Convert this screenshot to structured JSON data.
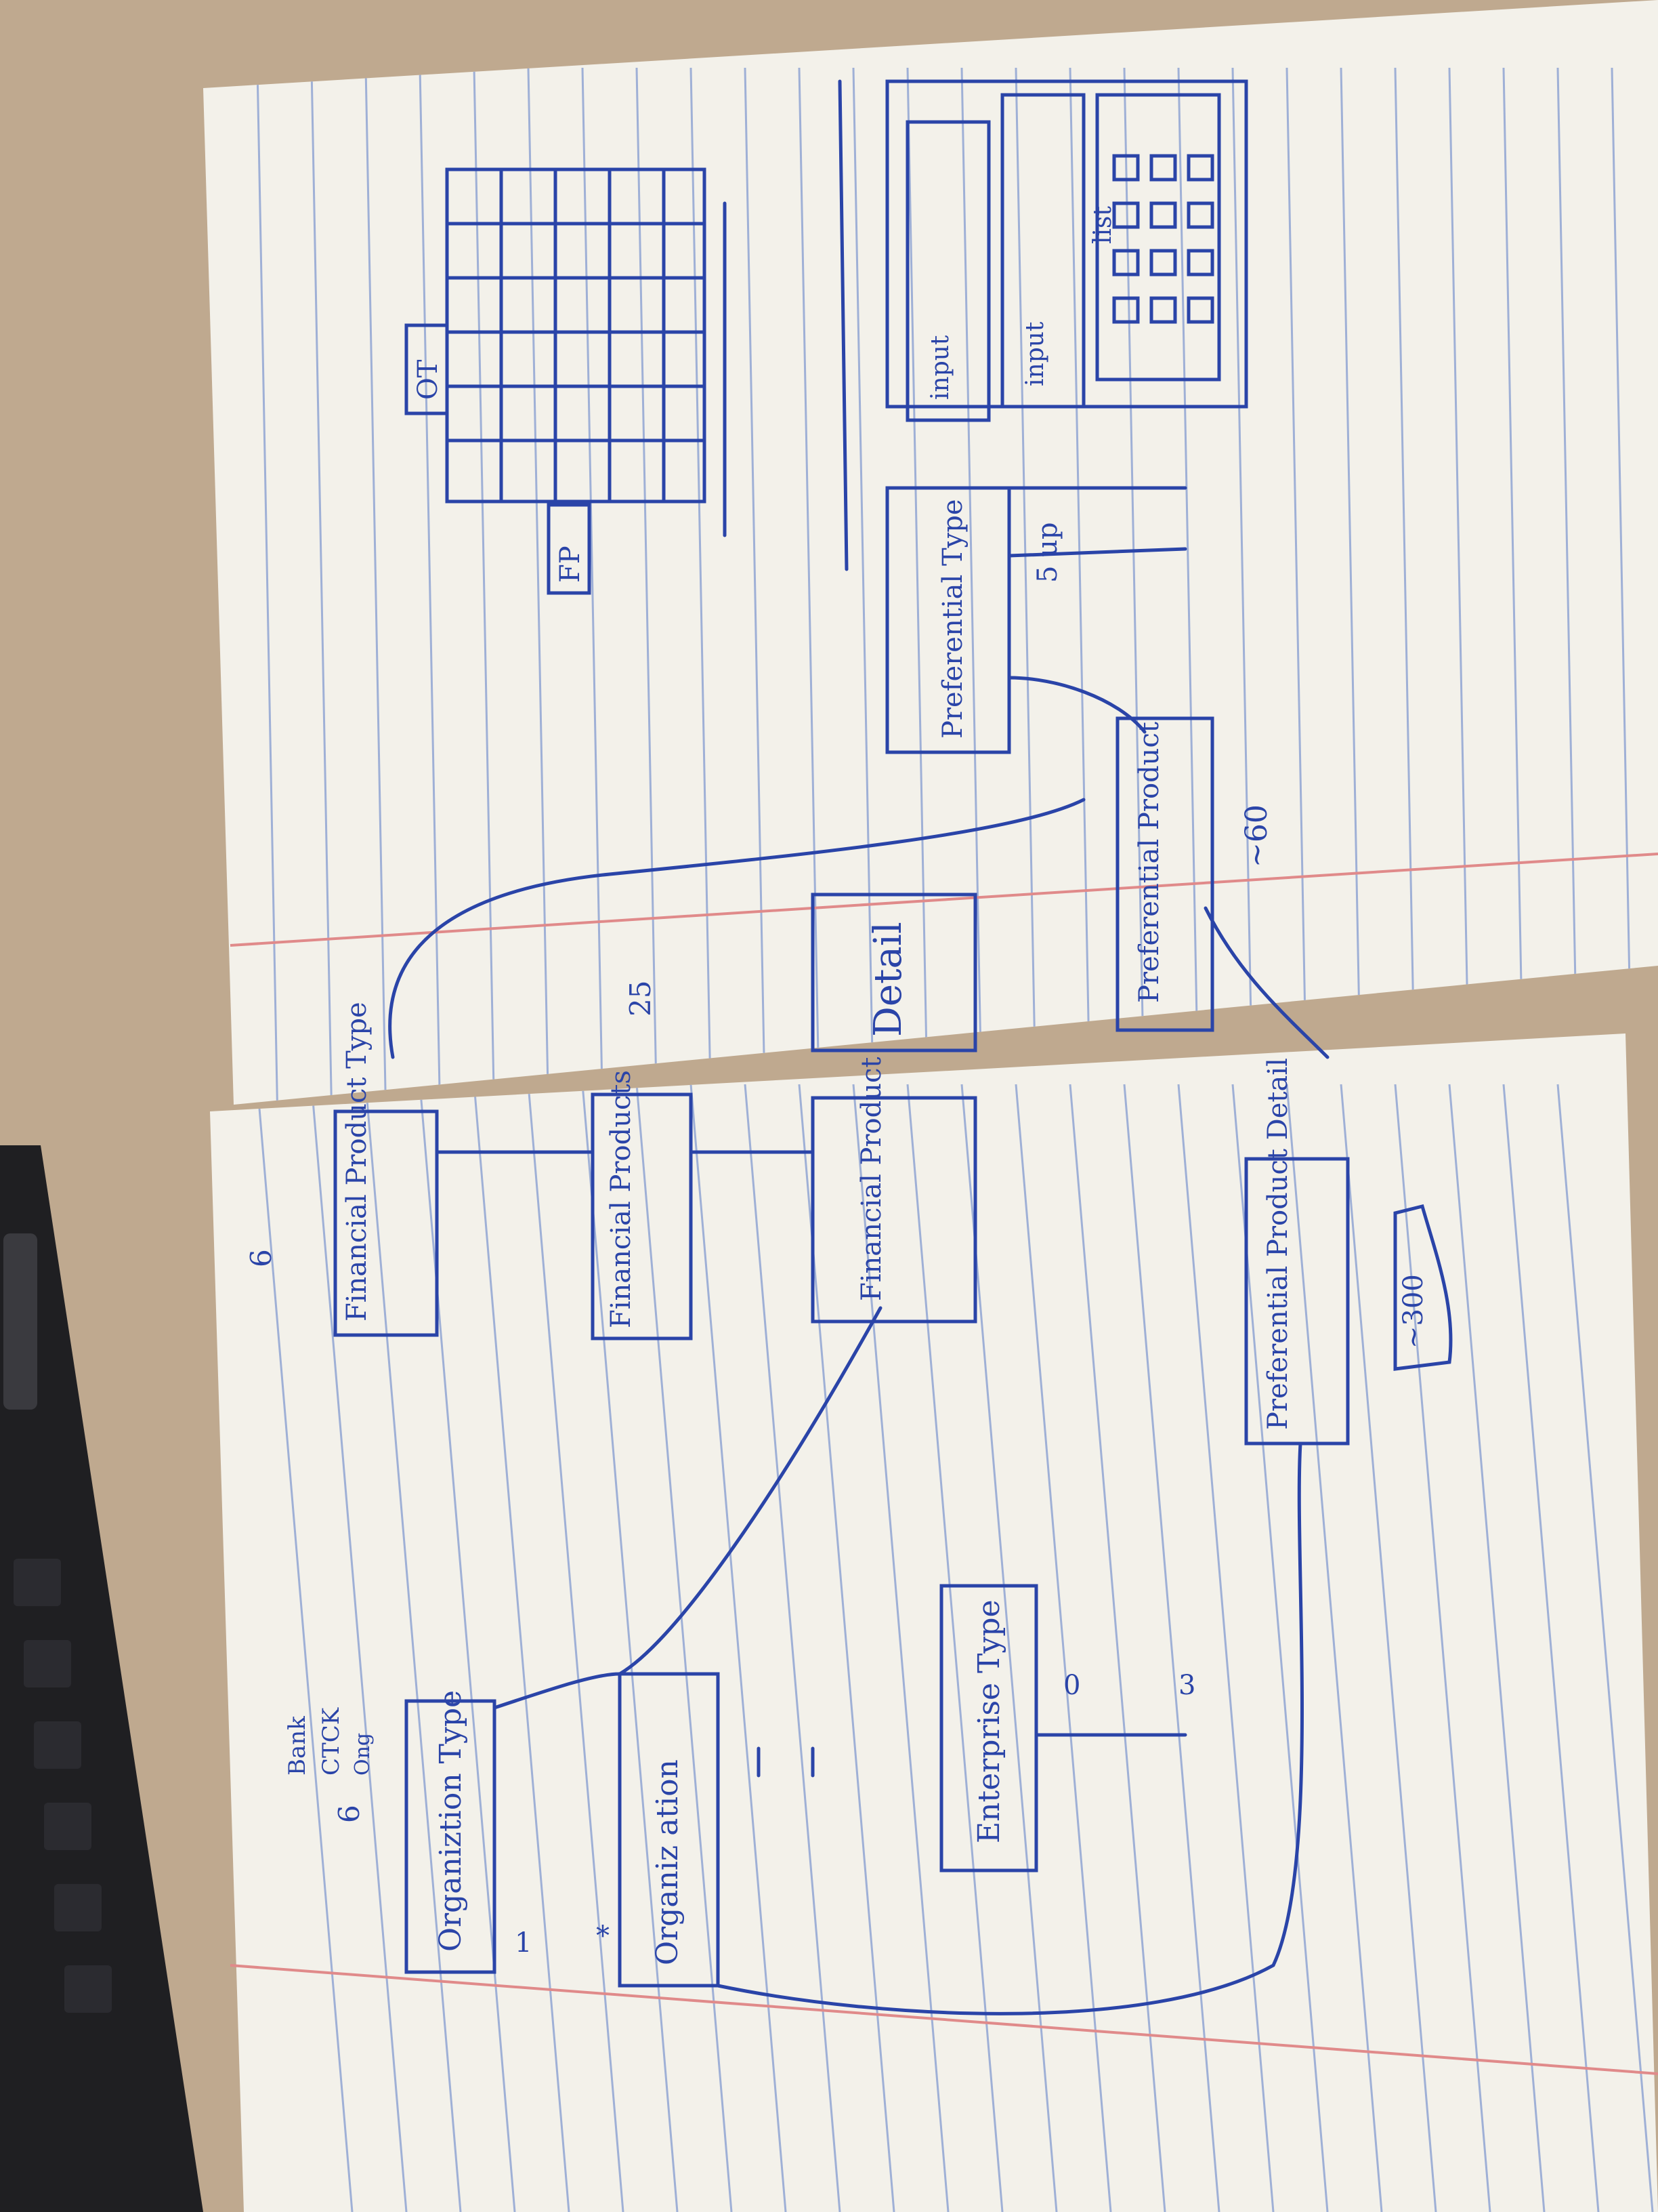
{
  "colors": {
    "desk": "#bfa98f",
    "paper": "#f3f1ea",
    "rule": "#9fb0d6",
    "margin": "#e08a8a",
    "ink": "#2a44a8",
    "laptop": "#1f1f22",
    "key": "#2b2b30"
  },
  "labels": {
    "organization_type": "Organiztion Type",
    "organization": "Organiz ation",
    "enterprise_type": "Enterprise Type",
    "financial_product_type": "Financial Product Type",
    "financial_products": "Financial Products",
    "financial_product": "Financial Product",
    "preferential_product_detail": "Preferential Product Detail",
    "detail": "Detail",
    "preferential_type": "Preferential Type",
    "preferential_product": "Preferential Product",
    "fp": "FP",
    "ot": "OT",
    "input1": "input",
    "input2": "input",
    "list": "list",
    "five_up": "5 up",
    "approx_60": "~60",
    "approx_300": "~300",
    "num_6a": "6",
    "num_6b": "6",
    "num_25": "25",
    "bank": "Bank",
    "ctck": "CTCK",
    "ong": "Ong",
    "one": "1",
    "star": "*",
    "zero": "0",
    "three": "3"
  }
}
